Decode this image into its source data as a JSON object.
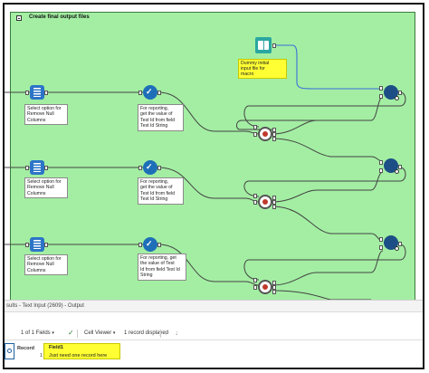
{
  "container": {
    "title": "Create final output files"
  },
  "canvas": {
    "dummy_note": "Dummy initial\ninput file for\nmacro",
    "rows": [
      {
        "select_note": "Select option for\nRemove Null\nColumns",
        "formula_note": "For reporting,\nget the value of\nTest Id from field\nTest Id String"
      },
      {
        "select_note": "Select option for\nRemove Null\nColumns",
        "formula_note": "For reporting,\nget the value of\nTest Id from field\nTest Id String"
      },
      {
        "select_note": "Select option for\nRemove Null\nColumns",
        "formula_note": "For reporting, get\nthe value of Test\nId from field Test Id\nString"
      }
    ]
  },
  "results": {
    "title": "sults - Text Input (2609) - Output",
    "fields_label": "1 of 1 Fields",
    "cell_viewer_label": "Cell Viewer",
    "records_label": "1 record displayed",
    "record_header": "Record",
    "field_name": "Field1",
    "field_value": "Just need one record here",
    "row_number": "1"
  },
  "colors": {
    "canvas_bg": "#a3eea3",
    "highlight": "#ffff33",
    "tool_blue": "#1e6fb8"
  }
}
